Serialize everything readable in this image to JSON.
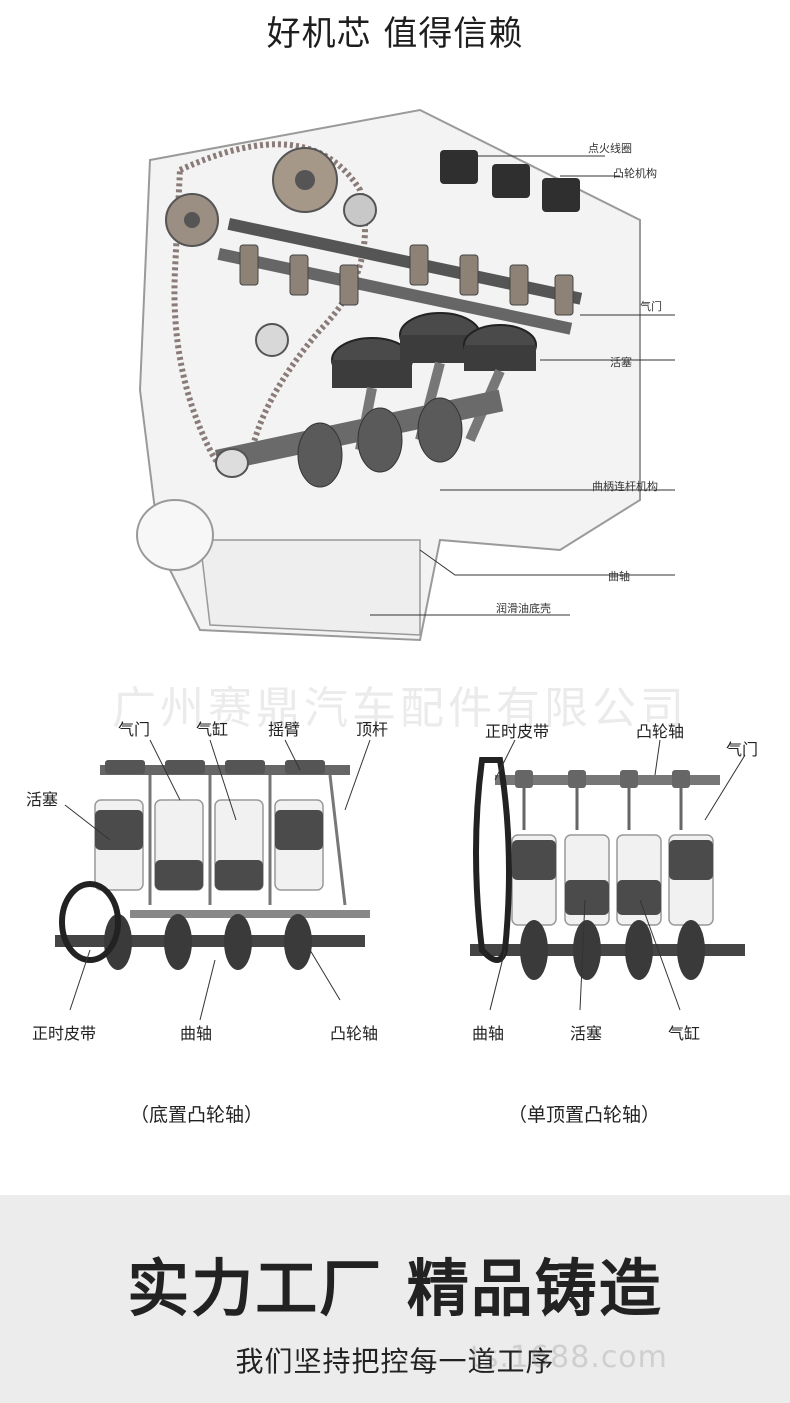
{
  "header": {
    "title": "好机芯 值得信赖"
  },
  "engine_labels": {
    "ignition_coil": "点火线圈",
    "cam_mechanism": "凸轮机构",
    "valve": "气门",
    "piston": "活塞",
    "crank_rod": "曲柄连杆机构",
    "crankshaft": "曲轴",
    "oil_pan": "润滑油底壳"
  },
  "watermark_top": "广州赛鼎汽车配件有限公司",
  "watermark_bottom": "ts.1688.com",
  "ohv_diagram": {
    "labels": {
      "valve": "气门",
      "cylinder": "气缸",
      "rocker": "摇臂",
      "pushrod": "顶杆",
      "piston": "活塞",
      "timing_belt": "正时皮带",
      "crankshaft": "曲轴",
      "camshaft": "凸轮轴"
    },
    "caption": "（底置凸轮轴）"
  },
  "sohc_diagram": {
    "labels": {
      "timing_belt": "正时皮带",
      "camshaft": "凸轮轴",
      "valve": "气门",
      "crankshaft": "曲轴",
      "piston": "活塞",
      "cylinder": "气缸"
    },
    "caption": "（单顶置凸轮轴）"
  },
  "footer": {
    "title": "实力工厂  精品铸造",
    "subtitle": "我们坚持把控每一道工序"
  },
  "colors": {
    "footer_bg": "#ececec",
    "text": "#222222",
    "metal_dark": "#3a3a3a",
    "metal_light": "#d9d9d9"
  }
}
